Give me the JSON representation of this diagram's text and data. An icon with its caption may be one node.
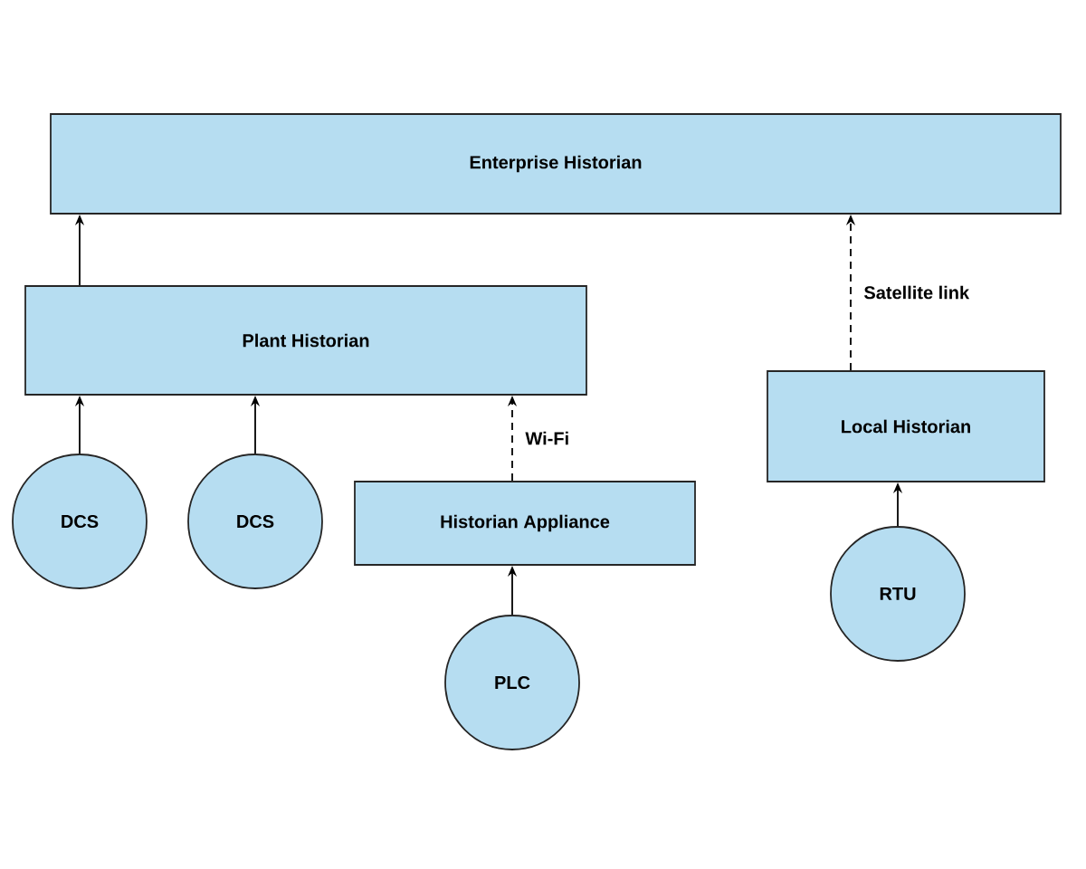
{
  "diagram": {
    "nodes": [
      {
        "text": [
          "Enterprise Historian"
        ]
      },
      {
        "text": [
          "Plant Historian"
        ]
      },
      {
        "text": [
          "Local Historian"
        ]
      },
      {
        "text": [
          "DCS"
        ]
      },
      {
        "text": [
          "DCS"
        ]
      },
      {
        "text": [
          "Historian Appliance"
        ]
      },
      {
        "text": [
          "PLC"
        ]
      },
      {
        "text": [
          "RTU"
        ]
      }
    ],
    "edges": [
      {
        "from": 1,
        "to": 0,
        "arrow": "to"
      },
      {
        "from": 2,
        "to": 0,
        "arrow": "to",
        "style": "dashed",
        "label": "Satellite link"
      },
      {
        "from": 3,
        "to": 1,
        "arrow": "to"
      },
      {
        "from": 4,
        "to": 1,
        "arrow": "to"
      },
      {
        "from": 5,
        "to": 1,
        "arrow": "to",
        "style": "dashed",
        "label": "Wi-Fi"
      },
      {
        "from": 6,
        "to": 5,
        "arrow": "to"
      },
      {
        "from": 7,
        "to": 2,
        "arrow": "to"
      }
    ]
  }
}
